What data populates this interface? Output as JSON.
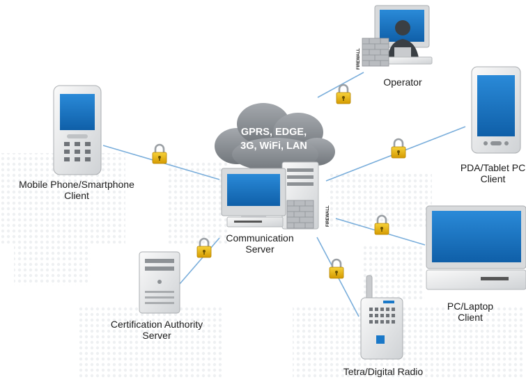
{
  "cloud": {
    "line1": "GPRS, EDGE,",
    "line2": "3G, WiFi, LAN"
  },
  "nodes": {
    "server": {
      "line1": "Communication",
      "line2": "Server"
    },
    "operator": {
      "line1": "Operator"
    },
    "mobile": {
      "line1": "Mobile Phone/Smartphone",
      "line2": "Client"
    },
    "pda": {
      "line1": "PDA/Tablet PC",
      "line2": "Client"
    },
    "laptop": {
      "line1": "PC/Laptop",
      "line2": "Client"
    },
    "radio": {
      "line1": "Tetra/Digital Radio"
    },
    "ca": {
      "line1": "Certification Authority",
      "line2": "Server"
    }
  },
  "firewall_label": "FIREWALL",
  "colors": {
    "line": "#7aaedb",
    "screen": "#1a78c8",
    "device": "#e6e6e6",
    "cloud": "#8f949a",
    "lock": "#e8b400"
  }
}
